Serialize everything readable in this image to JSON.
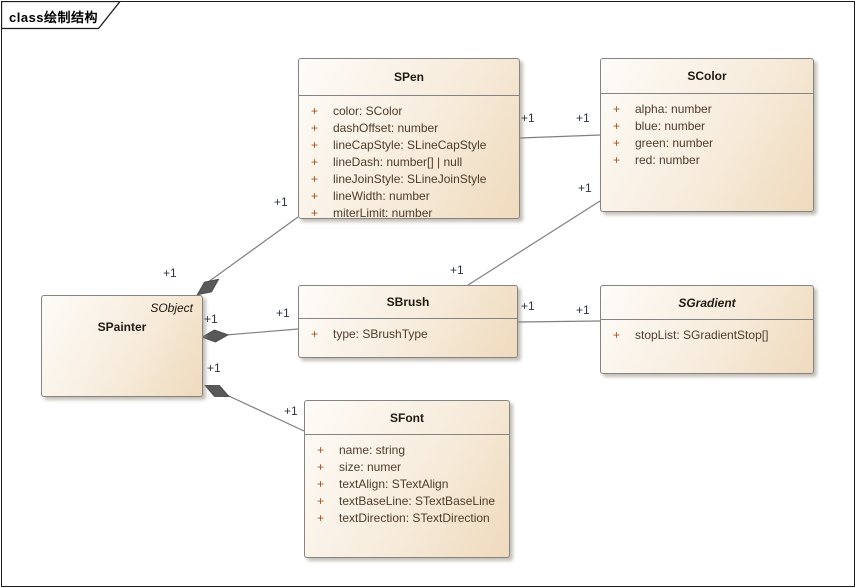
{
  "frame": {
    "label": "class绘制结构"
  },
  "classes": [
    {
      "name": "SPen",
      "abstract": false,
      "attributes": [
        {
          "vis": "+",
          "text": "color: SColor"
        },
        {
          "vis": "+",
          "text": "dashOffset: number"
        },
        {
          "vis": "+",
          "text": "lineCapStyle: SLineCapStyle"
        },
        {
          "vis": "+",
          "text": "lineDash: number[] | null"
        },
        {
          "vis": "+",
          "text": "lineJoinStyle: SLineJoinStyle"
        },
        {
          "vis": "+",
          "text": "lineWidth: number"
        },
        {
          "vis": "+",
          "text": "miterLimit: number"
        }
      ]
    },
    {
      "name": "SColor",
      "abstract": false,
      "attributes": [
        {
          "vis": "+",
          "text": "alpha: number"
        },
        {
          "vis": "+",
          "text": "blue: number"
        },
        {
          "vis": "+",
          "text": "green: number"
        },
        {
          "vis": "+",
          "text": "red: number"
        }
      ]
    },
    {
      "name": "SPainter",
      "abstract": false,
      "annotation": "SObject",
      "attributes": []
    },
    {
      "name": "SBrush",
      "abstract": false,
      "attributes": [
        {
          "vis": "+",
          "text": "type: SBrushType"
        }
      ]
    },
    {
      "name": "SGradient",
      "abstract": true,
      "attributes": [
        {
          "vis": "+",
          "text": "stopList: SGradientStop[]"
        }
      ]
    },
    {
      "name": "SFont",
      "abstract": false,
      "attributes": [
        {
          "vis": "+",
          "text": "name: string"
        },
        {
          "vis": "+",
          "text": "size: numer"
        },
        {
          "vis": "+",
          "text": "textAlign: STextAlign"
        },
        {
          "vis": "+",
          "text": "textBaseLine: STextBaseLine"
        },
        {
          "vis": "+",
          "text": "textDirection: STextDirection"
        }
      ]
    }
  ],
  "relationships": [
    {
      "source": "SPainter",
      "target": "SPen",
      "type": "composition",
      "source_label": "+1",
      "target_label": "+1"
    },
    {
      "source": "SPainter",
      "target": "SBrush",
      "type": "composition",
      "source_label": "+1",
      "target_label": "+1"
    },
    {
      "source": "SPainter",
      "target": "SFont",
      "type": "composition",
      "source_label": "+1",
      "target_label": "+1"
    },
    {
      "source": "SPen",
      "target": "SColor",
      "type": "association",
      "source_label": "+1",
      "target_label": "+1"
    },
    {
      "source": "SBrush",
      "target": "SColor",
      "type": "association",
      "source_label": "+1",
      "target_label": "+1"
    },
    {
      "source": "SBrush",
      "target": "SGradient",
      "type": "association",
      "source_label": "+1",
      "target_label": "+1"
    }
  ],
  "colors": {
    "box_fill_light": "#fefcf9",
    "box_fill_dark": "#efdabc",
    "box_border": "#848484",
    "attribute_text": "#4e3b2a",
    "visibility_plus": "#a6521d",
    "connector_line": "#808080",
    "composition_diamond": "#595959",
    "frame_border": "#1c1c1c"
  }
}
